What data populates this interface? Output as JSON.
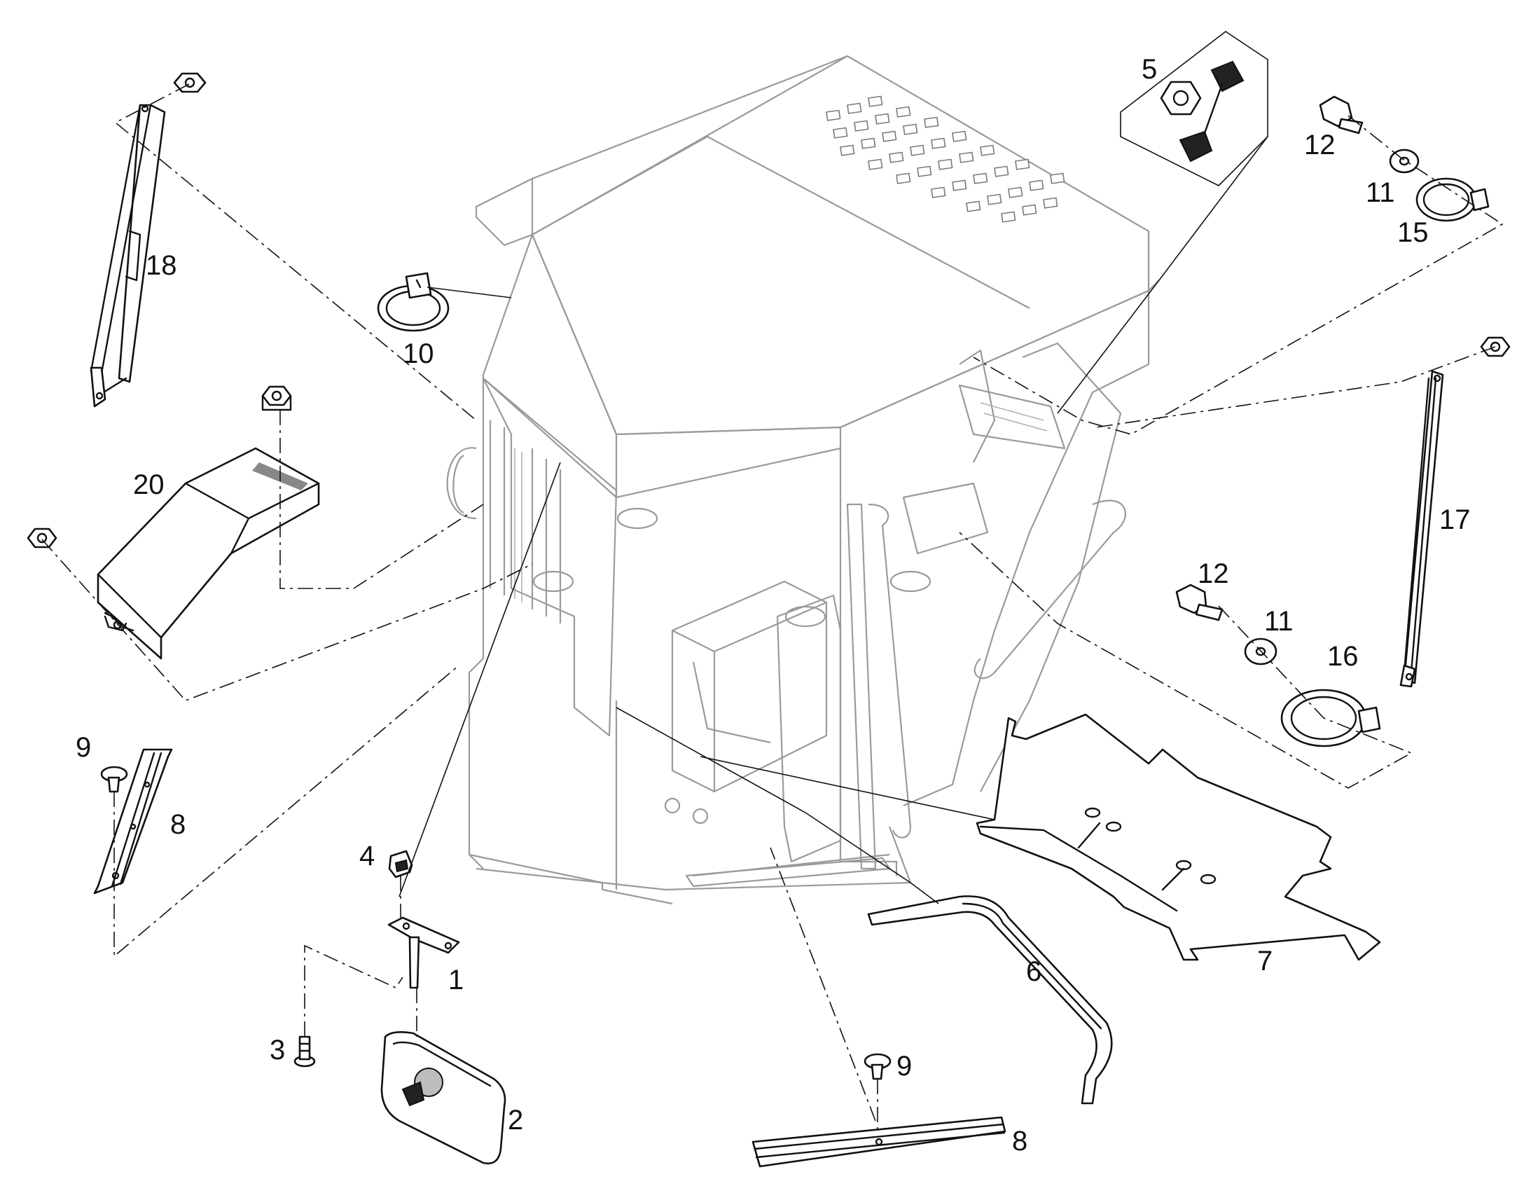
{
  "diagram": {
    "part_numbers": {
      "p1": "1",
      "p2": "2",
      "p3": "3",
      "p4": "4",
      "p5": "5",
      "p6": "6",
      "p7": "7",
      "p8a": "8",
      "p8b": "8",
      "p9a": "9",
      "p9b": "9",
      "p10": "10",
      "p11a": "11",
      "p11b": "11",
      "p12a": "12",
      "p12b": "12",
      "p15": "15",
      "p16": "16",
      "p17": "17",
      "p18": "18",
      "p20": "20"
    },
    "colors": {
      "cab_outline": "#9a9a9a",
      "part_outline": "#111111",
      "background": "#ffffff"
    }
  }
}
